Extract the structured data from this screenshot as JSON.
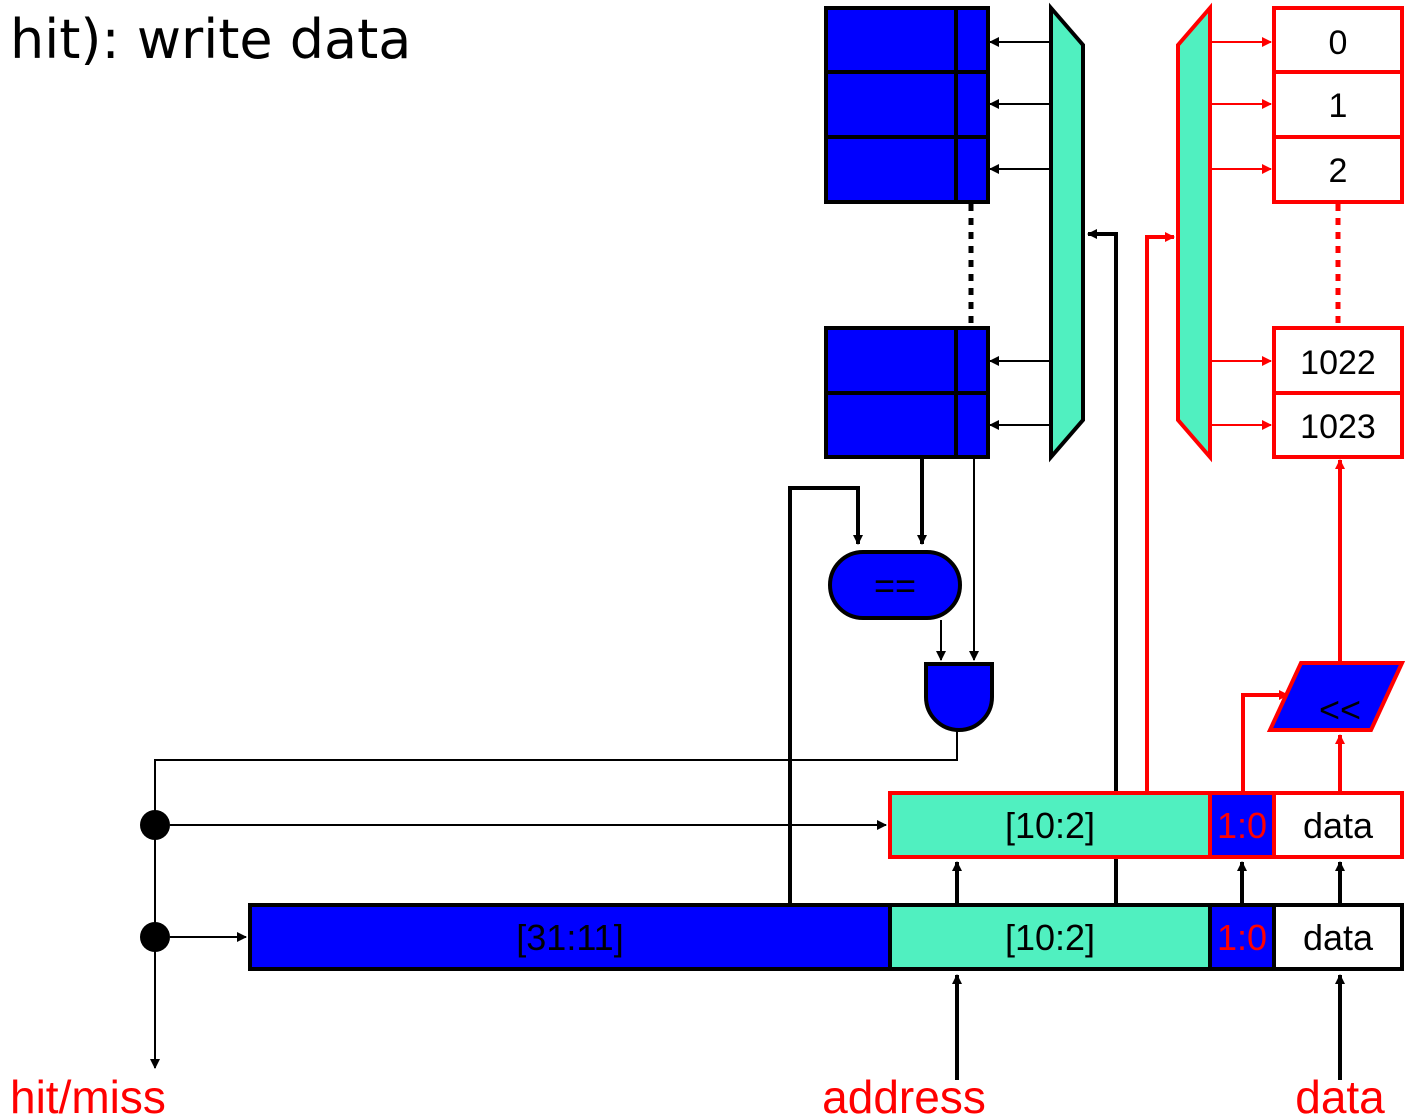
{
  "slide": {
    "title": "hit): write data"
  },
  "labels": {
    "hit_miss": "hit/miss",
    "address": "address",
    "data": "data"
  },
  "address_register": {
    "tag": "[31:11]",
    "index": "[10:2]",
    "offset": "1:0",
    "data": "data"
  },
  "write_buffer": {
    "index": "[10:2]",
    "offset": "1:0",
    "data": "data"
  },
  "comparator": {
    "symbol": "=="
  },
  "shifter": {
    "symbol": "<<"
  },
  "memory": {
    "rows": [
      "0",
      "1",
      "2",
      "1022",
      "1023"
    ]
  },
  "colors": {
    "blue": "#0000ff",
    "teal": "#50f0c0",
    "red": "#ff0000",
    "black": "#000000",
    "white": "#ffffff"
  }
}
